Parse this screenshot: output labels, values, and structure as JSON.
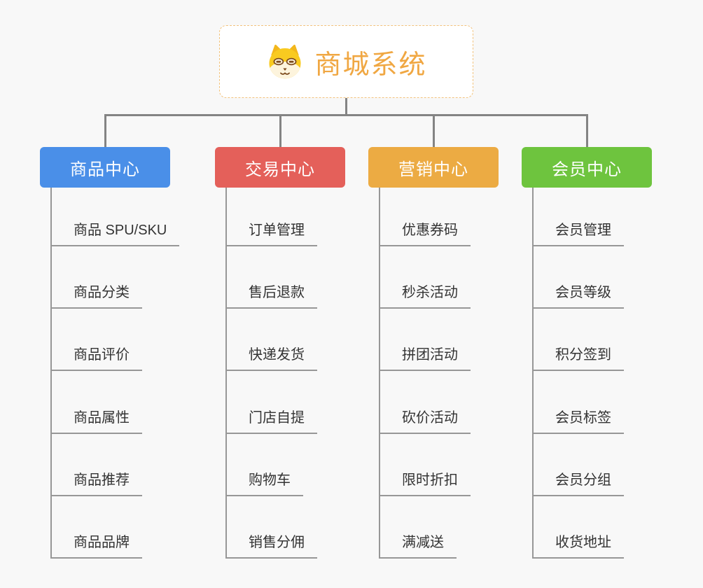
{
  "root": {
    "title": "商城系统",
    "icon": "dog-face-icon",
    "accent_color": "#f0a742",
    "border_color": "#f2c27c"
  },
  "connector_color": "#848484",
  "leaf_line_color": "#979797",
  "branches": [
    {
      "label": "商品中心",
      "color": "#4a8fe8",
      "children": [
        "商品 SPU/SKU",
        "商品分类",
        "商品评价",
        "商品属性",
        "商品推荐",
        "商品品牌"
      ]
    },
    {
      "label": "交易中心",
      "color": "#e4605a",
      "children": [
        "订单管理",
        "售后退款",
        "快递发货",
        "门店自提",
        "购物车",
        "销售分佣"
      ]
    },
    {
      "label": "营销中心",
      "color": "#ecab43",
      "children": [
        "优惠券码",
        "秒杀活动",
        "拼团活动",
        "砍价活动",
        "限时折扣",
        "满减送"
      ]
    },
    {
      "label": "会员中心",
      "color": "#6ec43e",
      "children": [
        "会员管理",
        "会员等级",
        "积分签到",
        "会员标签",
        "会员分组",
        "收货地址"
      ]
    }
  ]
}
